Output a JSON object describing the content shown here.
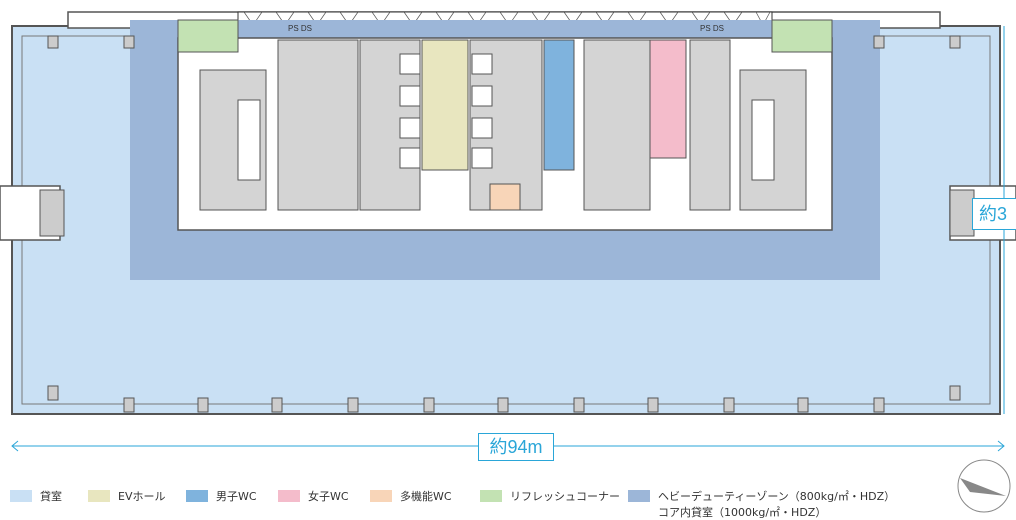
{
  "dimensions": {
    "width_label": "約94m",
    "depth_label": "約3"
  },
  "core_labels": {
    "left_shaft": "PS  DS",
    "right_shaft": "PS DS"
  },
  "legend": [
    {
      "label": "貸室",
      "color": "#c9e0f4"
    },
    {
      "label": "EVホール",
      "color": "#e8e6bf"
    },
    {
      "label": "男子WC",
      "color": "#7fb3dd"
    },
    {
      "label": "女子WC",
      "color": "#f4bccb"
    },
    {
      "label": "多機能WC",
      "color": "#f8d5b8"
    },
    {
      "label": "リフレッシュコーナー",
      "color": "#c3e2b3"
    },
    {
      "label": "ヘビーデューティーゾーン（800kg/㎡・HDZ）",
      "color": "#9cb6d8"
    }
  ],
  "legend_sub": "コア内貸室（1000kg/㎡・HDZ）",
  "colors": {
    "rental": "#c9e0f4",
    "hdz": "#9cb6d8",
    "core_gray": "#d4d4d4",
    "wall": "#555555",
    "dim_blue": "#2aa6d8"
  }
}
